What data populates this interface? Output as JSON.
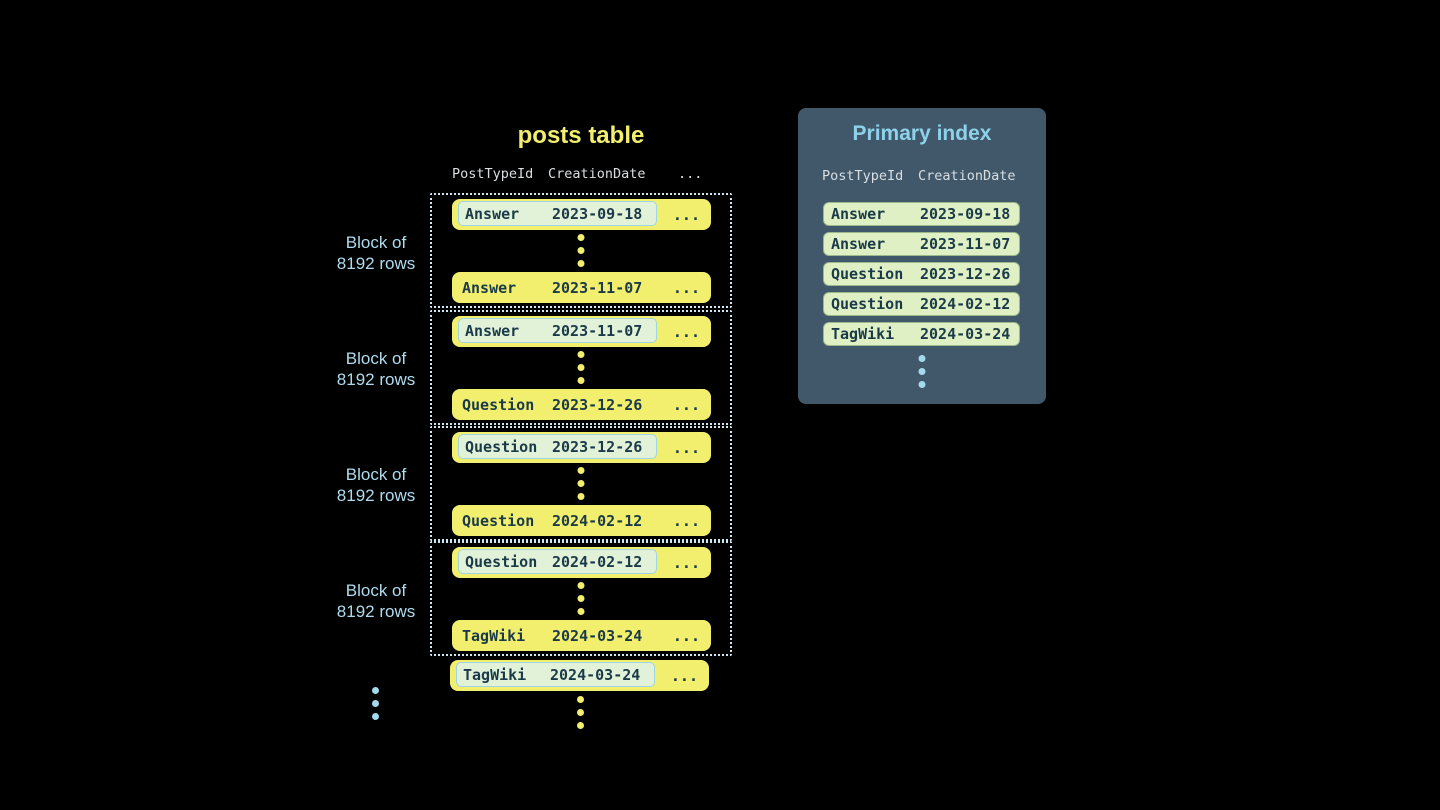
{
  "diagram": {
    "colors": {
      "background": "#000000",
      "accent_yellow": "#f2ef6e",
      "label_blue": "#aedcee",
      "index_title_blue": "#8ed2ea",
      "row_text_dark": "#1b3a49",
      "panel_bg": "#41586a",
      "index_row_bg": "#dff0c5",
      "highlight_bg": "#e2f2d8",
      "highlight_border": "#9fd4e4",
      "dotted_border": "#cde8f2",
      "header_text": "#d9dee1"
    },
    "posts_table": {
      "title": "posts table",
      "column_headers": [
        "PostTypeId",
        "CreationDate"
      ],
      "column_headers_ellipsis": "...",
      "row_ellipsis": "...",
      "block_label": {
        "line1": "Block of",
        "line2": "8192 rows"
      },
      "blocks": [
        {
          "first_row": {
            "post_type": "Answer",
            "creation_date": "2023-09-18"
          },
          "last_row": {
            "post_type": "Answer",
            "creation_date": "2023-11-07"
          }
        },
        {
          "first_row": {
            "post_type": "Answer",
            "creation_date": "2023-11-07"
          },
          "last_row": {
            "post_type": "Question",
            "creation_date": "2023-12-26"
          }
        },
        {
          "first_row": {
            "post_type": "Question",
            "creation_date": "2023-12-26"
          },
          "last_row": {
            "post_type": "Question",
            "creation_date": "2024-02-12"
          }
        },
        {
          "first_row": {
            "post_type": "Question",
            "creation_date": "2024-02-12"
          },
          "last_row": {
            "post_type": "TagWiki",
            "creation_date": "2024-03-24"
          }
        }
      ],
      "next_block_first_row": {
        "post_type": "TagWiki",
        "creation_date": "2024-03-24"
      }
    },
    "primary_index": {
      "title": "Primary index",
      "column_headers": [
        "PostTypeId",
        "CreationDate"
      ],
      "rows": [
        {
          "post_type": "Answer",
          "creation_date": "2023-09-18"
        },
        {
          "post_type": "Answer",
          "creation_date": "2023-11-07"
        },
        {
          "post_type": "Question",
          "creation_date": "2023-12-26"
        },
        {
          "post_type": "Question",
          "creation_date": "2024-02-12"
        },
        {
          "post_type": "TagWiki",
          "creation_date": "2024-03-24"
        }
      ]
    }
  }
}
